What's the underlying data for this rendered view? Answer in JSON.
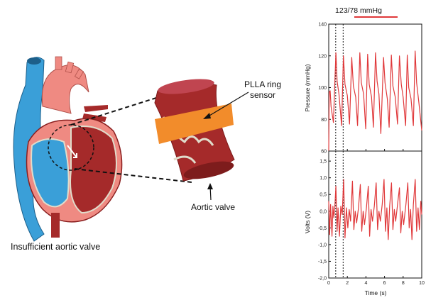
{
  "illustration": {
    "heart_caption": "Insufficient aortic valve",
    "sensor_label_line1": "PLLA ring",
    "sensor_label_line2": "sensor",
    "valve_label": "Aortic valve",
    "colors": {
      "vein_blue": "#3a9fd8",
      "artery_pink": "#ef8a82",
      "muscle_red": "#a52a2a",
      "sensor_orange": "#f28c2b",
      "valve_cream": "#e0dccb"
    }
  },
  "chart_data": [
    {
      "type": "line",
      "legend": "123/78 mmHg",
      "ylabel": "Pressure (mmHg)",
      "xlabel": "",
      "xlim": [
        0,
        10
      ],
      "ylim": [
        60,
        140
      ],
      "yticks": [
        "60",
        "80",
        "100",
        "120",
        "140"
      ],
      "color": "#e0383a",
      "markers_t": [
        0.75,
        1.55
      ],
      "x": [
        0,
        0.05,
        0.15,
        0.25,
        0.35,
        0.5,
        0.77,
        0.9,
        1.1,
        1.38,
        1.58,
        1.75,
        2.0,
        2.24,
        2.47,
        2.65,
        2.9,
        3.1,
        3.34,
        3.5,
        3.75,
        3.98,
        4.18,
        4.35,
        4.6,
        4.8,
        5.03,
        5.2,
        5.4,
        5.6,
        5.89,
        6.05,
        6.3,
        6.5,
        6.73,
        6.9,
        7.15,
        7.4,
        7.6,
        7.8,
        8.0,
        8.27,
        8.44,
        8.6,
        8.85,
        9.1,
        9.29,
        9.45,
        9.7,
        10.0
      ],
      "y": [
        60,
        97,
        98,
        88,
        84,
        78,
        122,
        104,
        96,
        76,
        120,
        102,
        95,
        77,
        119,
        101,
        94,
        76,
        122,
        103,
        96,
        74,
        121,
        102,
        94,
        75,
        122,
        104,
        96,
        71,
        119,
        103,
        93,
        75,
        120.5,
        101,
        94,
        77,
        120,
        102,
        94,
        76,
        120.5,
        100,
        93,
        76,
        123,
        103,
        90,
        73
      ]
    },
    {
      "type": "line",
      "ylabel": "Volts (V)",
      "xlabel": "Time (s)",
      "xlim": [
        0,
        10
      ],
      "ylim": [
        -2.0,
        1.8
      ],
      "yticks": [
        "-2,0",
        "-1,5",
        "-1,0",
        "-0,5",
        "0,0",
        "0,5",
        "1,0",
        "1,5"
      ],
      "xticks": [
        "0",
        "2",
        "4",
        "6",
        "8",
        "10"
      ],
      "color": "#e0383a",
      "markers_t": [
        0.75,
        1.55
      ],
      "x": [
        0,
        0.1,
        0.2,
        0.35,
        0.45,
        0.55,
        0.65,
        0.77,
        0.9,
        1.0,
        1.15,
        1.3,
        1.45,
        1.6,
        1.75,
        1.9,
        2.05,
        2.2,
        2.35,
        2.55,
        2.7,
        2.85,
        3.0,
        3.2,
        3.4,
        3.55,
        3.7,
        3.85,
        4.05,
        4.25,
        4.4,
        4.55,
        4.7,
        4.9,
        5.1,
        5.25,
        5.4,
        5.55,
        5.75,
        5.95,
        6.1,
        6.25,
        6.4,
        6.55,
        6.75,
        6.9,
        7.05,
        7.2,
        7.4,
        7.6,
        7.75,
        7.9,
        8.05,
        8.3,
        8.5,
        8.65,
        8.8,
        8.95,
        9.1,
        9.3,
        9.45,
        9.6,
        9.75,
        9.9,
        10.0
      ],
      "y": [
        0.3,
        -0.7,
        0.2,
        -0.75,
        0.15,
        -0.2,
        0.1,
        0.75,
        -0.6,
        0.1,
        -0.75,
        0.15,
        -0.1,
        0.95,
        -0.8,
        0.1,
        -0.5,
        0.05,
        -0.3,
        0.9,
        -0.55,
        0.0,
        -0.35,
        0.1,
        0.8,
        -0.6,
        0.0,
        -0.4,
        0.1,
        0.75,
        -0.75,
        0.05,
        -0.3,
        0.15,
        0.85,
        -0.55,
        0.0,
        -0.3,
        0.2,
        0.95,
        -0.6,
        0.1,
        -0.85,
        0.15,
        0.85,
        -0.55,
        0.05,
        -0.3,
        0.2,
        0.7,
        -0.65,
        0.0,
        -0.4,
        0.2,
        0.85,
        -0.5,
        0.05,
        -0.85,
        0.2,
        0.95,
        -0.6,
        0.1,
        -0.55,
        0.3,
        -0.1
      ]
    }
  ]
}
